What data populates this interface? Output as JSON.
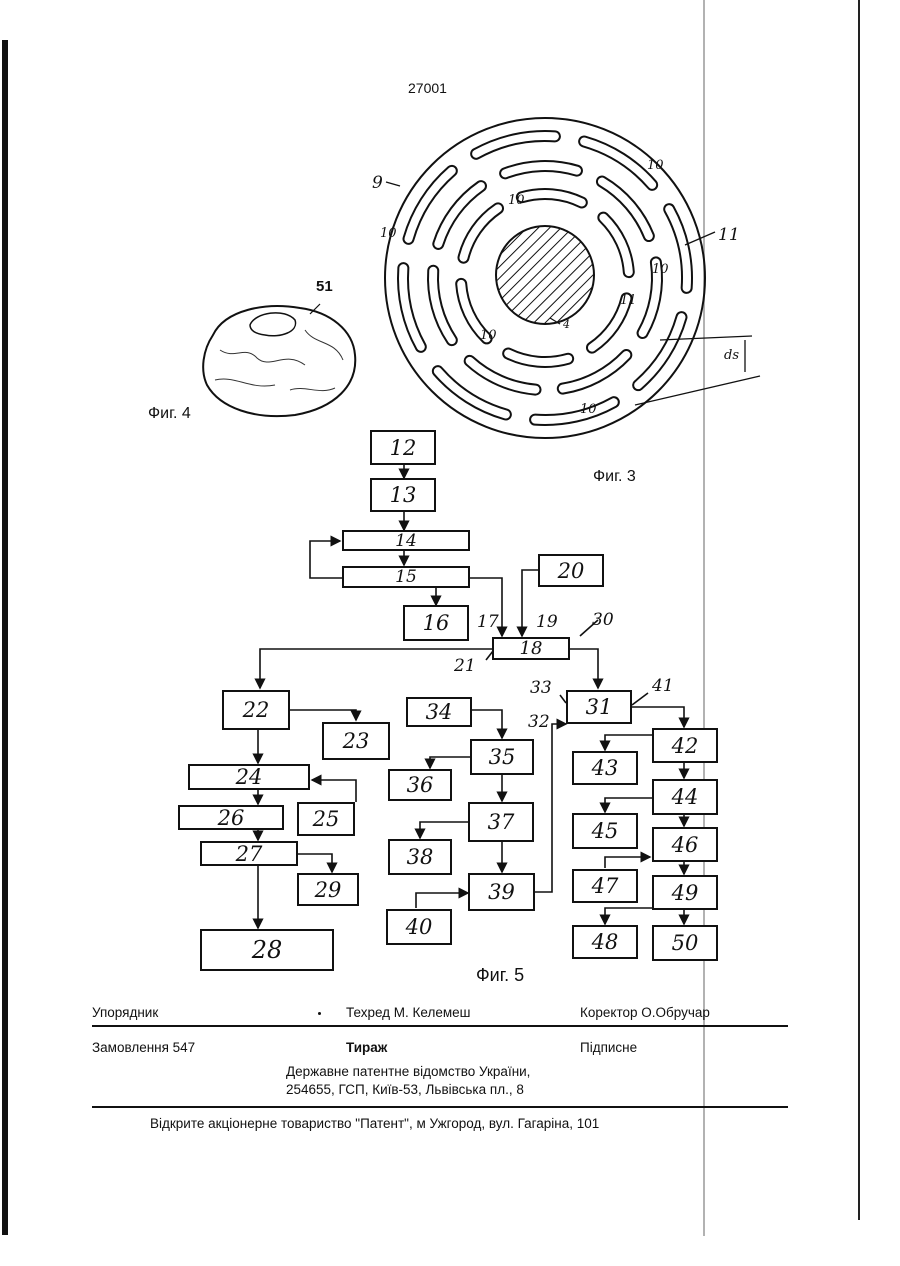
{
  "page_number": "27001",
  "fig3": {
    "caption": "Фиг. 3",
    "labels": {
      "l9": "9",
      "l10": "10",
      "l11": "11",
      "l4": "4",
      "ds": "ds"
    }
  },
  "fig4": {
    "caption": "Фиг. 4",
    "label": "51"
  },
  "fig5": {
    "caption": "Фиг. 5",
    "blocks": {
      "b12": "12",
      "b13": "13",
      "b14": "14",
      "b15": "15",
      "b16": "16",
      "b18": "18",
      "b20": "20",
      "b22": "22",
      "b23": "23",
      "b24": "24",
      "b25": "25",
      "b26": "26",
      "b27": "27",
      "b28": "28",
      "b29": "29",
      "b31": "31",
      "b34": "34",
      "b35": "35",
      "b36": "36",
      "b37": "37",
      "b38": "38",
      "b39": "39",
      "b40": "40",
      "b42": "42",
      "b43": "43",
      "b44": "44",
      "b45": "45",
      "b46": "46",
      "b47": "47",
      "b48": "48",
      "b49": "49",
      "b50": "50"
    },
    "callouts": {
      "c17": "17",
      "c19": "19",
      "c21": "21",
      "c30": "30",
      "c32": "32",
      "c33": "33",
      "c41": "41"
    }
  },
  "footer": {
    "compiler": "Упорядник",
    "techred": "Техред М. Келемеш",
    "corrector": "Коректор О.Обручар",
    "order": "Замовлення 547",
    "circulation": "Тираж",
    "subscription": "Підписне",
    "office_line1": "Державне патентне відомство України,",
    "office_line2": "254655, ГСП, Київ-53, Львівська пл., 8",
    "printer": "Відкрите акціонерне товариство \"Патент\", м  Ужгород, вул. Гагаріна, 101"
  }
}
